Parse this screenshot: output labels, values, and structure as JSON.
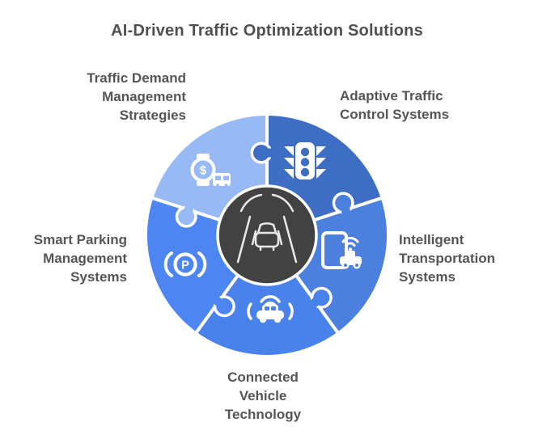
{
  "title": "AI-Driven Traffic Optimization Solutions",
  "colors": {
    "background": "#ffffff",
    "label_text": "#555555",
    "center_bg": "#424242",
    "outline": "#ffffff",
    "icon": "#ffffff",
    "center_icon_stroke": "#e8e8e8"
  },
  "center": {
    "icon": "autonomous-car-road-icon"
  },
  "segments": [
    {
      "id": "adaptive-traffic-control",
      "label": "Adaptive Traffic\nControl Systems",
      "icon": "traffic-light-icon",
      "color": "#3d6ec4",
      "position": "top-right"
    },
    {
      "id": "intelligent-transportation",
      "label": "Intelligent\nTransportation\nSystems",
      "icon": "smart-device-car-icon",
      "color": "#4b80df",
      "position": "right"
    },
    {
      "id": "connected-vehicle",
      "label": "Connected\nVehicle\nTechnology",
      "icon": "connected-car-icon",
      "color": "#4a82ec",
      "position": "bottom"
    },
    {
      "id": "smart-parking",
      "label": "Smart Parking\nManagement\nSystems",
      "icon": "parking-brake-icon",
      "color": "#4d86f2",
      "position": "left"
    },
    {
      "id": "traffic-demand",
      "label": "Traffic Demand\nManagement\nStrategies",
      "icon": "fare-watch-bus-icon",
      "color": "#97b9f4",
      "position": "top-left"
    }
  ],
  "glyphs": {
    "dollar": "$",
    "parking": "P"
  }
}
